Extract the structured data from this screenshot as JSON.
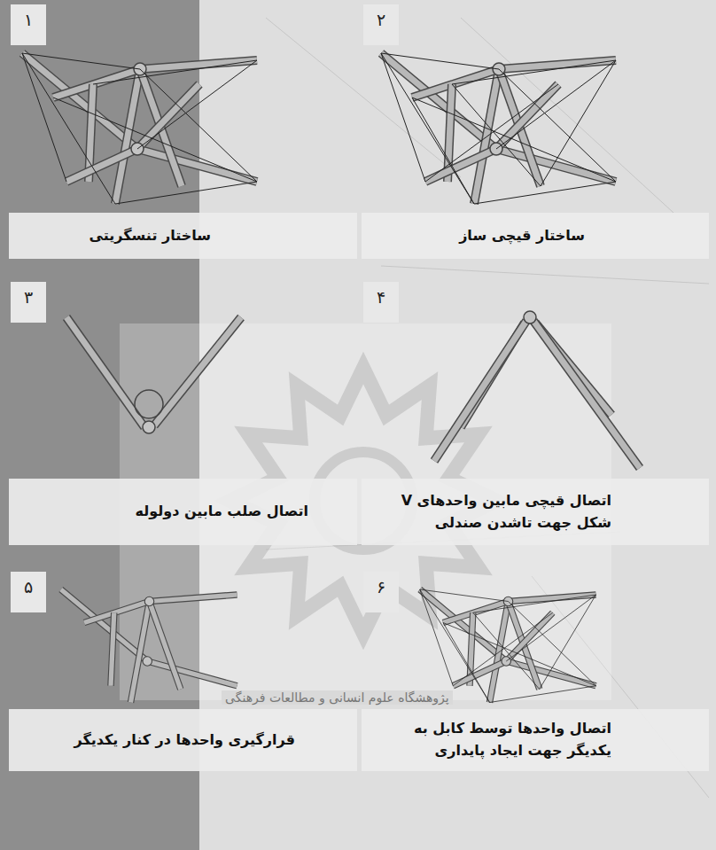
{
  "diagram": {
    "nodes": [
      {
        "text": [
          "۱"
        ]
      },
      {
        "text": [
          "ساختار تنسگریتی"
        ]
      },
      {
        "text": [
          "۲"
        ]
      },
      {
        "text": [
          "ساختار قیچی ساز"
        ]
      },
      {
        "text": [
          "۳"
        ]
      },
      {
        "text": [
          "اتصال صلب مابین دولوله"
        ]
      },
      {
        "text": [
          "۴"
        ]
      },
      {
        "text": [
          "اتصال قیچی مابین واحدهای V شکل جهت تاشدن صندلی"
        ]
      },
      {
        "text": [
          "۵"
        ]
      },
      {
        "text": [
          "قرارگیری واحدها در کنار یکدیگر"
        ]
      },
      {
        "text": [
          "۶"
        ]
      },
      {
        "text": [
          "اتصال واحدها توسط کابل به یکدیگر جهت ایجاد پایداری"
        ]
      }
    ],
    "labels": [
      "پژوهشگاه علوم انسانی و مطالعات فرهنگی"
    ]
  }
}
